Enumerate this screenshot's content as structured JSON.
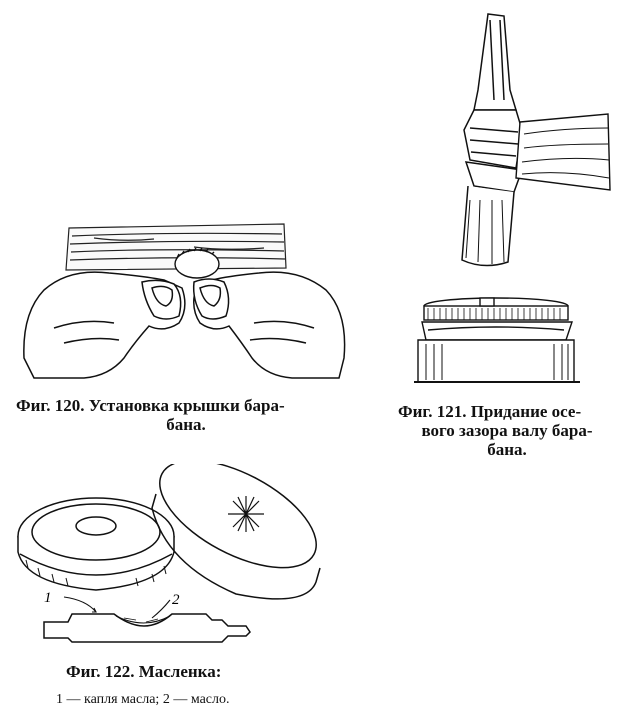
{
  "fig120": {
    "label": "Фиг. 120.",
    "caption_line1": "Установка крышки бара-",
    "caption_line2": "бана."
  },
  "fig121": {
    "label": "Фиг. 121.",
    "caption_line1": "Придание осе-",
    "caption_line2": "вого зазора  валу бара-",
    "caption_line3": "бана."
  },
  "fig122": {
    "label": "Фиг. 122.",
    "caption": "Масленка:",
    "legend": "1 — капля масла; 2 — масло.",
    "callout_1": "1",
    "callout_2": "2"
  }
}
